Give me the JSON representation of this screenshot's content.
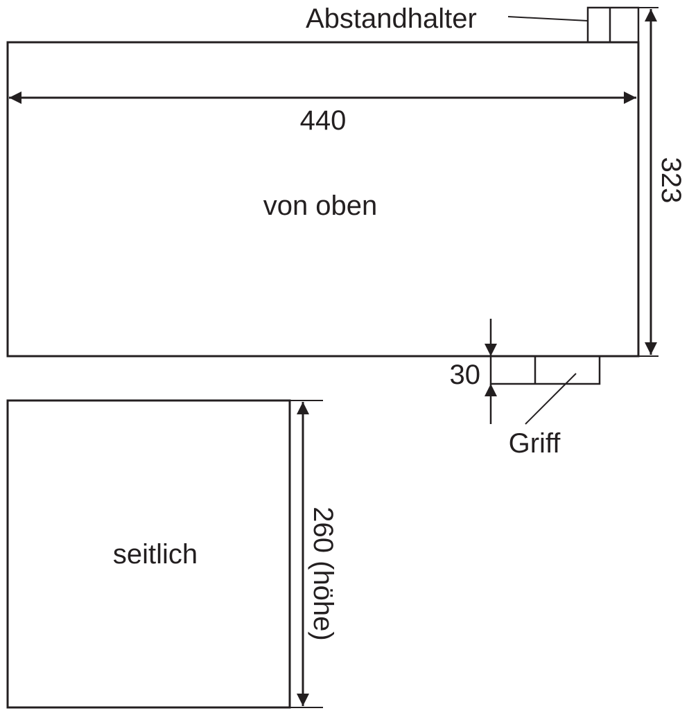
{
  "diagram": {
    "labels": {
      "spacer": "Abstandhalter",
      "width": "440",
      "top_view": "von oben",
      "depth": "323",
      "handle_offset": "30",
      "handle": "Griff",
      "side_view": "seitlich",
      "height": "260 (höhe)"
    },
    "colors": {
      "ink": "#231f20",
      "background": "#ffffff"
    }
  }
}
